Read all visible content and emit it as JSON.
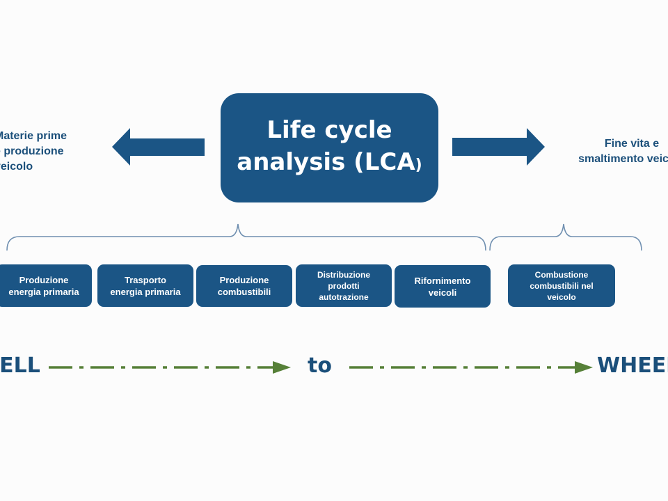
{
  "title": {
    "line1": "Life cycle",
    "line2": "analysis (LCA",
    "paren": ")"
  },
  "left_label": {
    "line1": "Materie prime",
    "line2": "e produzione",
    "line3": "veicolo"
  },
  "right_label": {
    "line1": "Fine vita e",
    "line2": "smaltimento veicolo"
  },
  "stages": [
    {
      "line1": "Produzione",
      "line2": "energia primaria",
      "line3": ""
    },
    {
      "line1": "Trasporto",
      "line2": "energia primaria",
      "line3": ""
    },
    {
      "line1": "Produzione",
      "line2": "combustibili",
      "line3": ""
    },
    {
      "line1": "Distribuzione",
      "line2": "prodotti",
      "line3": "autotrazione"
    },
    {
      "line1": "Rifornimento",
      "line2": "veicoli",
      "line3": ""
    },
    {
      "line1": "Combustione",
      "line2": "combustibili nel",
      "line3": "veicolo"
    }
  ],
  "flow": {
    "start": "WELL",
    "middle": "to",
    "end": "WHEEL"
  },
  "colors": {
    "primary": "#1b5585",
    "text": "#1b4f7a",
    "bracket": "#6f8fb0",
    "flow_arrow": "#568038"
  }
}
